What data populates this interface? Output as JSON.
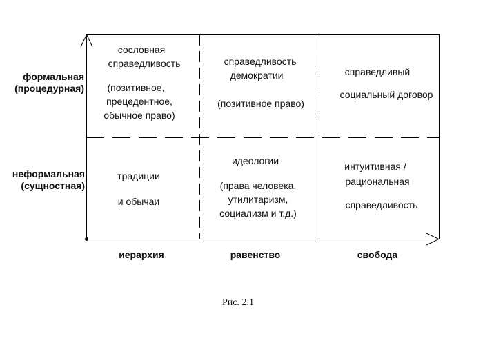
{
  "rows": [
    {
      "line1": "формальная",
      "line2": "(процедурная)"
    },
    {
      "line1": "неформальная",
      "line2": "(сущностная)"
    }
  ],
  "columns": [
    "иерархия",
    "равенство",
    "свобода"
  ],
  "cells": {
    "r1c1": [
      "сословная",
      "справедливость",
      "(позитивное,",
      "прецедентное,",
      "обычное право)"
    ],
    "r1c2": [
      "справедливость",
      "демократии",
      "(позитивное право)"
    ],
    "r1c3": [
      "справедливый",
      "социальный договор"
    ],
    "r2c1": [
      "традиции",
      "и обычаи"
    ],
    "r2c2": [
      "идеологии",
      "(права человека,",
      "утилитаризм,",
      "социализм  и т.д.)"
    ],
    "r2c3": [
      "интуитивная /",
      "рациональная",
      "справедливость"
    ]
  },
  "caption": "Рис. 2.1"
}
